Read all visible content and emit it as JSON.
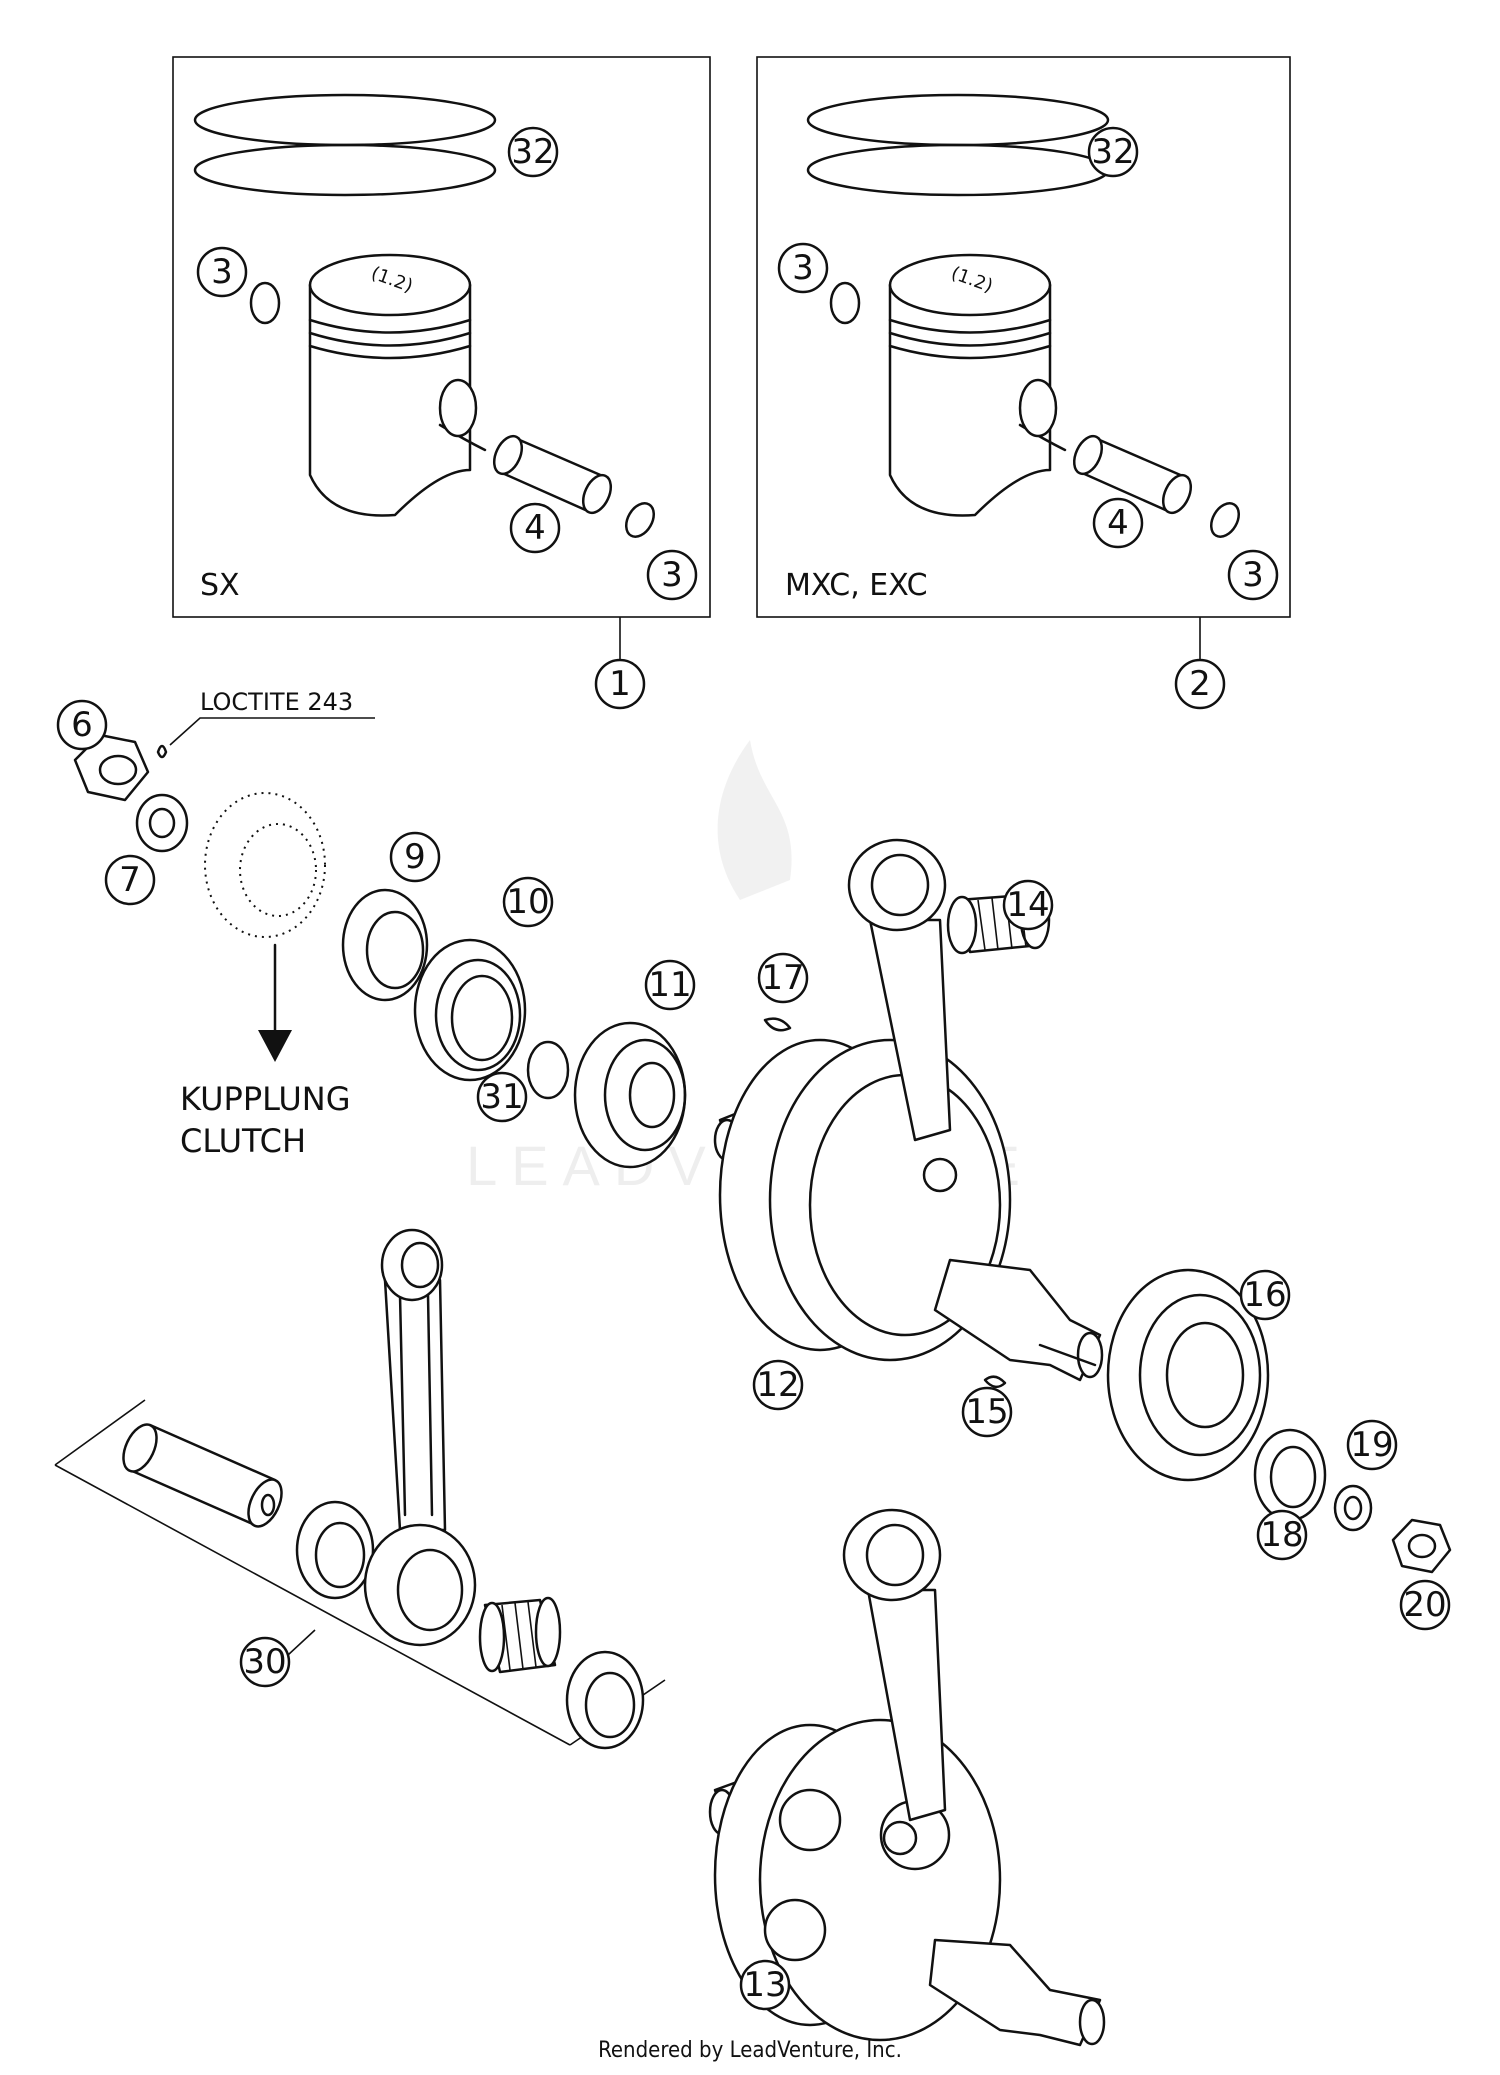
{
  "labels": {
    "box_left": "SX",
    "box_right": "MXC, EXC",
    "loctite": "LOCTITE 243",
    "kupplung": "KUPPLUNG",
    "clutch": "CLUTCH",
    "piston_mark_left": "(1.2)",
    "piston_mark_right": "(1.2)"
  },
  "watermark": "LEADVENTURE",
  "callouts": {
    "c1": "1",
    "c2": "2",
    "c3a": "3",
    "c3b": "3",
    "c3c": "3",
    "c3d": "3",
    "c4a": "4",
    "c4b": "4",
    "c6": "6",
    "c7": "7",
    "c9": "9",
    "c10": "10",
    "c11": "11",
    "c12": "12",
    "c13": "13",
    "c14": "14",
    "c15": "15",
    "c16": "16",
    "c17": "17",
    "c18": "18",
    "c19": "19",
    "c20": "20",
    "c30": "30",
    "c31": "31",
    "c32a": "32",
    "c32b": "32"
  },
  "footer": "Rendered by LeadVenture, Inc."
}
